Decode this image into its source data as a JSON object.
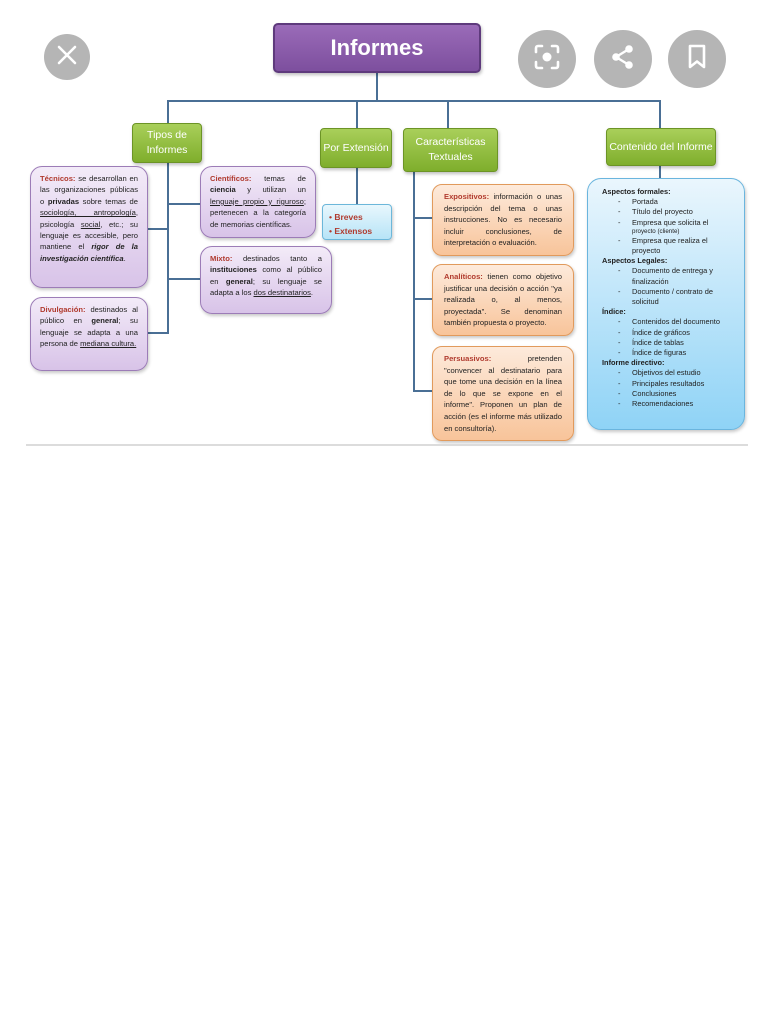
{
  "diagram": {
    "title": "Informes",
    "branches": {
      "tipos": "Tipos de Informes",
      "extension": "Por Extensión",
      "caracteristicas": "Características Textuales",
      "contenido": "Contenido del Informe"
    },
    "tipos": {
      "tecnicos": {
        "term": "Técnicos:",
        "p1": " se desarrollan en las organizaciones públicas o ",
        "b1": "privadas",
        "p2": " sobre temas de ",
        "u1": "sociología, antropología",
        "p3": ", psicología ",
        "u2": "social",
        "p4": ", etc.; su lenguaje es accesible, pero mantiene el ",
        "i1": "rigor de la investigación científica",
        "p5": "."
      },
      "divulgacion": {
        "term": "Divulgación:",
        "p1": " destinados al público en ",
        "b1": "general",
        "p2": "; su lenguaje se adapta a una persona de ",
        "u1": "mediana cultura."
      },
      "cientificos": {
        "term": "Científicos:",
        "p1": " temas de ",
        "b1": "ciencia",
        "p2": " y utilizan un ",
        "u1": "lenguaje propio y riguroso",
        "p3": "; pertenecen a la categoría de memorias científicas."
      },
      "mixto": {
        "term": "Mixto:",
        "p1": " destinados tanto a ",
        "b1": "instituciones",
        "p2": " como al público en ",
        "b2": "general",
        "p3": "; su lenguaje se adapta a los ",
        "u1": "dos destinatarios",
        "p4": "."
      }
    },
    "extension": {
      "items": [
        "Breves",
        "Extensos"
      ]
    },
    "caracteristicas": {
      "expositivos": {
        "term": "Expositivos:",
        "text": " información o unas descripción del tema o unas instrucciones. No es necesario incluir conclusiones, de interpretación o evaluación."
      },
      "analiticos": {
        "term": "Analíticos:",
        "text": " tienen como objetivo justificar una decisión o acción \"ya realizada o, al menos, proyectada\". Se denominan también propuesta o proyecto."
      },
      "persuasivos": {
        "term": "Persuasivos:",
        "text": " pretenden \"convencer al destinatario para que tome una decisión en la línea de lo que se expone en el informe\". Proponen un plan de acción (es el informe más utilizado en consultoría)."
      }
    },
    "contenido": {
      "sec1": "Aspectos formales:",
      "sec1_items": [
        "Portada",
        "Título del proyecto",
        "Empresa que solicita el",
        "proyecto (cliente)",
        "Empresa que realiza el proyecto"
      ],
      "sec2": "Aspectos Legales:",
      "sec2_items": [
        "Documento de entrega y finalización",
        "Documento / contrato de solicitud"
      ],
      "sec3": "Índice:",
      "sec3_items": [
        "Contenidos del documento",
        "Índice de gráficos",
        "Índice de tablas",
        "Índice de figuras"
      ],
      "sec4": "Informe directivo:",
      "sec4_items": [
        "Objetivos del estudio",
        "Principales resultados",
        "Conclusiones",
        "Recomendaciones"
      ]
    }
  },
  "overlay": {
    "close_icon": "close-icon",
    "lens_icon": "lens-icon",
    "share_icon": "share-icon",
    "bookmark_icon": "bookmark-icon"
  }
}
